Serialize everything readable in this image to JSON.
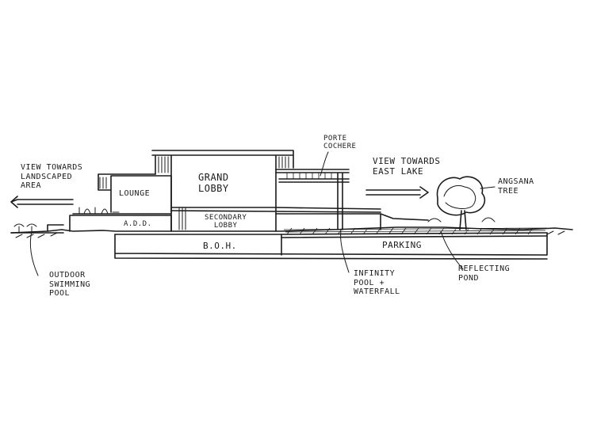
{
  "labels": {
    "view_landscaped": [
      "VIEW TOWARDS",
      "LANDSCAPED",
      "AREA"
    ],
    "view_east_lake": [
      "VIEW TOWARDS",
      "EAST LAKE"
    ],
    "porte_cochere": [
      "PORTE",
      "COCHERE"
    ],
    "grand_lobby": [
      "GRAND",
      "LOBBY"
    ],
    "lounge": "LOUNGE",
    "add": "A.D.D.",
    "secondary_lobby": [
      "SECONDARY",
      "LOBBY"
    ],
    "boh": "B.O.H.",
    "parking": "PARKING",
    "angsana_tree": [
      "ANGSANA",
      "TREE"
    ],
    "outdoor_pool": [
      "OUTDOOR",
      "SWIMMING",
      "POOL"
    ],
    "infinity_pool": [
      "INFINITY",
      "POOL +",
      "WATERFALL"
    ],
    "reflecting_pond": [
      "REFLECTING",
      "POND"
    ]
  }
}
